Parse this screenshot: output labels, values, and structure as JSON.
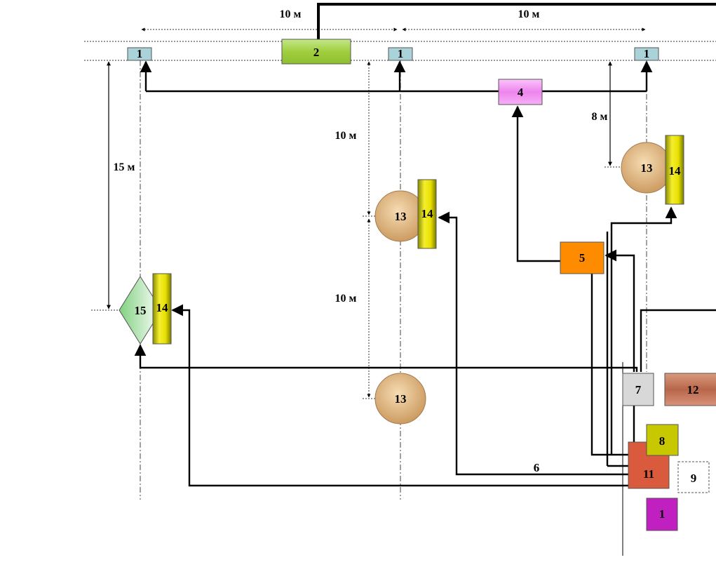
{
  "labels": {
    "sensor": "1",
    "controller": "2",
    "unit4": "4",
    "unit5": "5",
    "line6": "6",
    "unit7": "7",
    "unit8": "8",
    "unit9": "9",
    "unit11": "11",
    "unit12": "12",
    "tank": "13",
    "column": "14",
    "diamond": "15",
    "bottom_unit": "1"
  },
  "dimensions": {
    "top_left": "10 м",
    "top_right": "10 м",
    "left_vertical": "15 м",
    "center_upper": "10 м",
    "center_lower": "10 м",
    "right_vertical": "8 м"
  },
  "colors": {
    "sensor": "#a9d3d8",
    "controller": "#9fcf3f",
    "unit4": "#f08cf0",
    "unit5": "#ff8c00",
    "unit7": "#d8d8d8",
    "unit8": "#c8c800",
    "unit11": "#d95a3c",
    "unit12": "#b8664a",
    "tank": "#e0b682",
    "column": "#e8e000",
    "bottom_unit": "#c020c0"
  }
}
